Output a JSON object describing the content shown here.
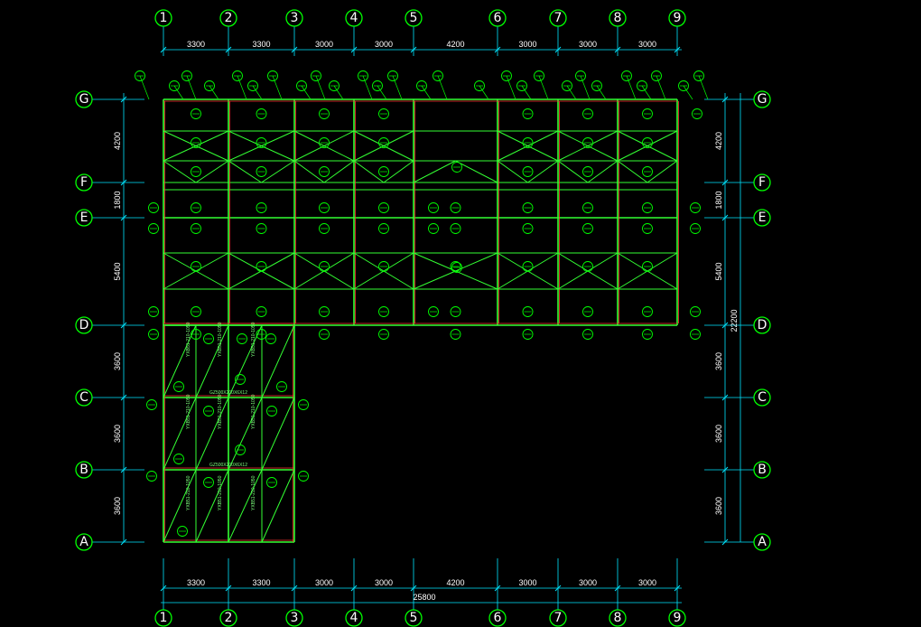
{
  "colors": {
    "background": "#000000",
    "axis": "#00ff00",
    "beam": "#33ff33",
    "grid": "#00e5ff",
    "red": "#ff3030",
    "text": "#ffffff"
  },
  "axes": {
    "columns": [
      "1",
      "2",
      "3",
      "4",
      "5",
      "6",
      "7",
      "8",
      "9"
    ],
    "rows": [
      "G",
      "F",
      "E",
      "D",
      "C",
      "B",
      "A"
    ]
  },
  "dimensions": {
    "top": [
      "3300",
      "3300",
      "3000",
      "3000",
      "4200",
      "3000",
      "3000",
      "3000"
    ],
    "bottom": [
      "3300",
      "3300",
      "3000",
      "3000",
      "4200",
      "3000",
      "3000",
      "3000"
    ],
    "bottom_total": "25800",
    "left": [
      "4200",
      "1800",
      "5400",
      "3600",
      "3600",
      "3600"
    ],
    "right": [
      "4200",
      "1800",
      "5400",
      "3600",
      "3600",
      "3600"
    ],
    "right_total": "22200"
  },
  "annotations": {
    "slab_label": "YXB51-210-1050",
    "beam_label": "GZ500X200X6X12"
  }
}
